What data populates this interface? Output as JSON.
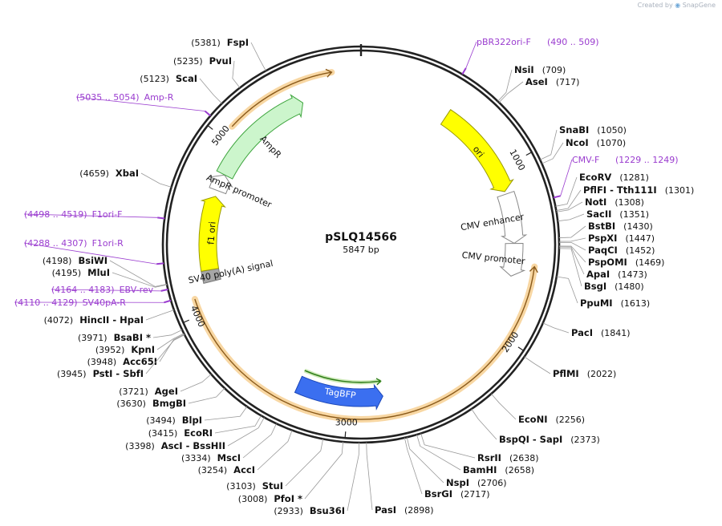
{
  "credit": {
    "text": "Created by",
    "brand": "SnapGene"
  },
  "plasmid": {
    "name": "pSLQ14566",
    "length": 5847,
    "length_label": "5847 bp"
  },
  "ticks": [
    {
      "bp": 1000,
      "label": "1000"
    },
    {
      "bp": 2000,
      "label": "2000"
    },
    {
      "bp": 3000,
      "label": "3000"
    },
    {
      "bp": 4000,
      "label": "4000"
    },
    {
      "bp": 5000,
      "label": "5000"
    }
  ],
  "features": [
    {
      "name": "ori",
      "start": 545,
      "end": 1133,
      "dir": 1,
      "color": "#ffff00",
      "stroke": "#999900",
      "track": 1,
      "label_inside": true
    },
    {
      "name": "CMV enhancer",
      "start": 1150,
      "end": 1454,
      "dir": 1,
      "color": "#ffffff",
      "stroke": "#888888",
      "track": 1,
      "label_inside": false
    },
    {
      "name": "CMV promoter",
      "start": 1455,
      "end": 1655,
      "dir": 1,
      "color": "#ffffff",
      "stroke": "#888888",
      "track": 1,
      "label_inside": false
    },
    {
      "name": "TagBFP",
      "start": 2790,
      "end": 3315,
      "dir": -1,
      "color": "#3b6ff0",
      "stroke": "#1b46b8",
      "track": 1,
      "label_inside": true
    },
    {
      "name": "SV40 poly(A) signal",
      "start": 4160,
      "end": 4230,
      "dir": 0,
      "color": "#a6a6a6",
      "stroke": "#777777",
      "track": 1,
      "label_inside": false
    },
    {
      "name": "f1 ori",
      "start": 4231,
      "end": 4683,
      "dir": 1,
      "color": "#ffff00",
      "stroke": "#999900",
      "track": 1,
      "label_inside": true
    },
    {
      "name": "AmpR promoter",
      "start": 4720,
      "end": 4824,
      "dir": 1,
      "color": "#ffffff",
      "stroke": "#888888",
      "track": 1,
      "label_inside": false
    },
    {
      "name": "AmpR",
      "start": 4825,
      "end": 5485,
      "dir": 1,
      "color": "#ccf5cc",
      "stroke": "#3ea53e",
      "track": 1,
      "label_inside": false
    }
  ],
  "orange_arcs": [
    {
      "start": 5075,
      "end": 5690,
      "dir": 1
    },
    {
      "start": 1580,
      "end": 4090,
      "dir": -1
    }
  ],
  "green_arc": {
    "start": 2790,
    "end": 3315,
    "dir": -1
  },
  "primers": [
    {
      "name": "pBR322ori-F",
      "pos": "(490 .. 509)"
    },
    {
      "name": "CMV-F",
      "pos": "(1229 .. 1249)"
    },
    {
      "name": "F1ori-R",
      "pos": "(4288 .. 4307)"
    },
    {
      "name": "F1ori-F",
      "pos": "(4498 .. 4519)"
    },
    {
      "name": "EBV-rev",
      "pos": "(4164 .. 4183)"
    },
    {
      "name": "SV40pA-R",
      "pos": "(4110 .. 4129)"
    },
    {
      "name": "Amp-R",
      "pos": "(5035 .. 5054)"
    }
  ],
  "sites_right": [
    {
      "name": "NsiI",
      "pos": "(709)"
    },
    {
      "name": "AseI",
      "pos": "(717)"
    },
    {
      "name": "SnaBI",
      "pos": "(1050)"
    },
    {
      "name": "NcoI",
      "pos": "(1070)"
    },
    {
      "name": "EcoRV",
      "pos": "(1281)"
    },
    {
      "name": "PflFI  -  Tth111I",
      "pos": "(1301)"
    },
    {
      "name": "NotI",
      "pos": "(1308)"
    },
    {
      "name": "SacII",
      "pos": "(1351)"
    },
    {
      "name": "BstBI",
      "pos": "(1430)"
    },
    {
      "name": "PspXI",
      "pos": "(1447)"
    },
    {
      "name": "PaqCI",
      "pos": "(1452)"
    },
    {
      "name": "PspOMI",
      "pos": "(1469)"
    },
    {
      "name": "ApaI",
      "pos": "(1473)"
    },
    {
      "name": "BsgI",
      "pos": "(1480)"
    },
    {
      "name": "PpuMI",
      "pos": "(1613)"
    },
    {
      "name": "PacI",
      "pos": "(1841)"
    },
    {
      "name": "PflMI",
      "pos": "(2022)"
    },
    {
      "name": "EcoNI",
      "pos": "(2256)"
    },
    {
      "name": "BspQI  -  SapI",
      "pos": "(2373)"
    },
    {
      "name": "RsrII",
      "pos": "(2638)"
    },
    {
      "name": "BamHI",
      "pos": "(2658)"
    },
    {
      "name": "NspI",
      "pos": "(2706)"
    },
    {
      "name": "BsrGI",
      "pos": "(2717)"
    },
    {
      "name": "PasI",
      "pos": "(2898)"
    }
  ],
  "sites_left": [
    {
      "name": "FspI",
      "pos": "(5381)"
    },
    {
      "name": "PvuI",
      "pos": "(5235)"
    },
    {
      "name": "ScaI",
      "pos": "(5123)"
    },
    {
      "name": "XbaI",
      "pos": "(4659)"
    },
    {
      "name": "BsiWI",
      "pos": "(4198)"
    },
    {
      "name": "MluI",
      "pos": "(4195)"
    },
    {
      "name": "HincII  -  HpaI",
      "pos": "(4072)"
    },
    {
      "name": "BsaBI *",
      "pos": "(3971)"
    },
    {
      "name": "KpnI",
      "pos": "(3952)"
    },
    {
      "name": "Acc65I",
      "pos": "(3948)"
    },
    {
      "name": "PstI  -  SbfI",
      "pos": "(3945)"
    },
    {
      "name": "AgeI",
      "pos": "(3721)"
    },
    {
      "name": "BmgBI",
      "pos": "(3630)"
    },
    {
      "name": "BlpI",
      "pos": "(3494)"
    },
    {
      "name": "EcoRI",
      "pos": "(3415)"
    },
    {
      "name": "AscI  -  BssHII",
      "pos": "(3398)"
    },
    {
      "name": "MscI",
      "pos": "(3334)"
    },
    {
      "name": "AccI",
      "pos": "(3254)"
    },
    {
      "name": "StuI",
      "pos": "(3103)"
    },
    {
      "name": "PfoI *",
      "pos": "(3008)"
    },
    {
      "name": "Bsu36I",
      "pos": "(2933)"
    }
  ]
}
